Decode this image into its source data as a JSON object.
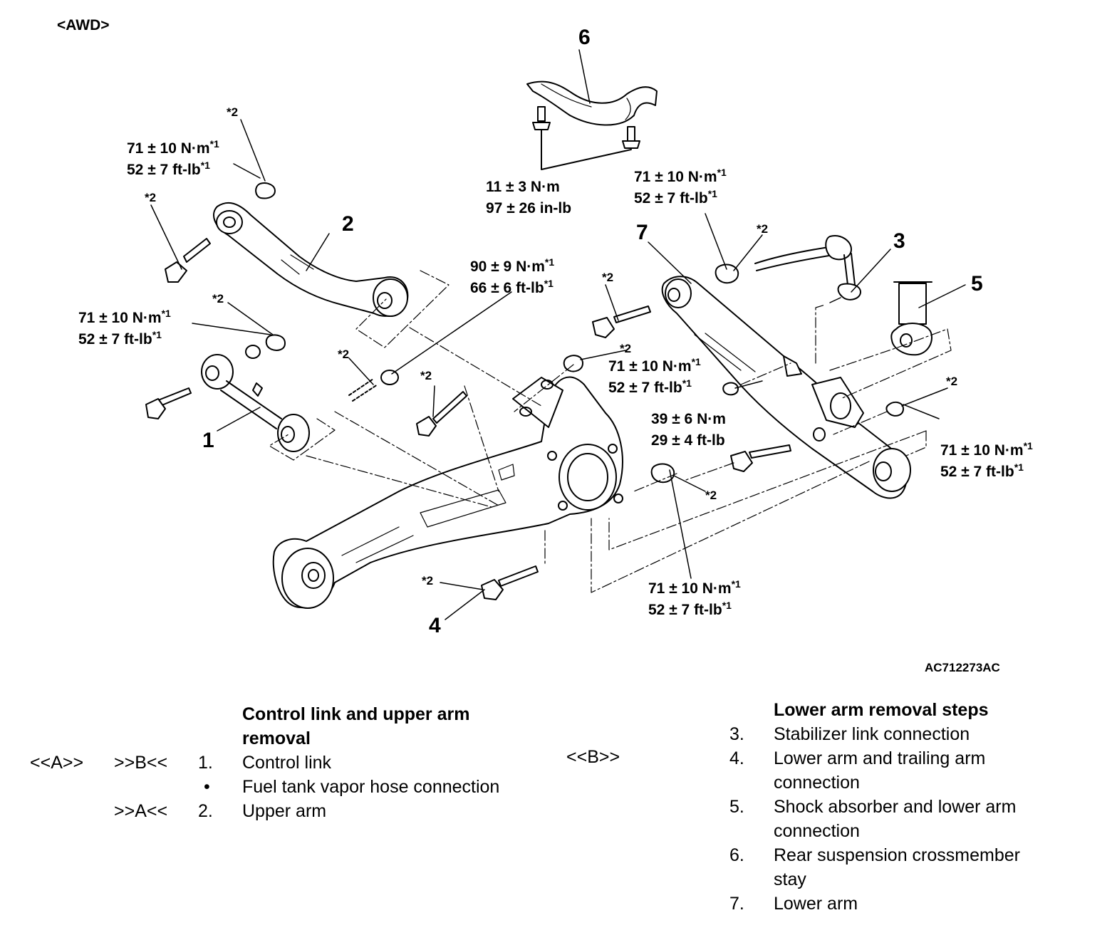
{
  "variant_label": "<AWD>",
  "figure_id": "AC712273AC",
  "callouts": {
    "c1": "1",
    "c2": "2",
    "c3": "3",
    "c4": "4",
    "c5": "5",
    "c6": "6",
    "c7": "7"
  },
  "note_mark": "*2",
  "torques": {
    "t_71_nm": "71 ± 10 N·m",
    "t_52_ft": "52 ± 7 ft-lb",
    "t_90_nm": "90 ± 9 N·m",
    "t_66_ft": "66 ± 6 ft-lb",
    "t_11_nm": "11 ± 3 N·m",
    "t_97_in": "97 ± 26 in-lb",
    "t_39_nm": "39 ± 6 N·m",
    "t_29_ft": "29 ± 4 ft-lb",
    "sup1": "*1"
  },
  "left_steps": {
    "heading_line1": "Control link and upper arm",
    "heading_line2": "removal",
    "rows": [
      {
        "code1": "<<A>>",
        "code2": ">>B<<",
        "num": "1.",
        "text": "Control link"
      },
      {
        "code1": "",
        "code2": "",
        "num": "•",
        "text": "Fuel tank vapor hose connection"
      },
      {
        "code1": "",
        "code2": ">>A<<",
        "num": "2.",
        "text": "Upper arm"
      }
    ]
  },
  "right_steps": {
    "heading": "Lower arm removal steps",
    "code": "<<B>>",
    "rows": [
      {
        "num": "3.",
        "line1": "Stabilizer link connection",
        "line2": ""
      },
      {
        "num": "4.",
        "line1": "Lower arm and trailing arm",
        "line2": "connection"
      },
      {
        "num": "5.",
        "line1": "Shock absorber and lower arm",
        "line2": "connection"
      },
      {
        "num": "6.",
        "line1": "Rear suspension crossmember",
        "line2": "stay"
      },
      {
        "num": "7.",
        "line1": "Lower arm",
        "line2": ""
      }
    ]
  }
}
